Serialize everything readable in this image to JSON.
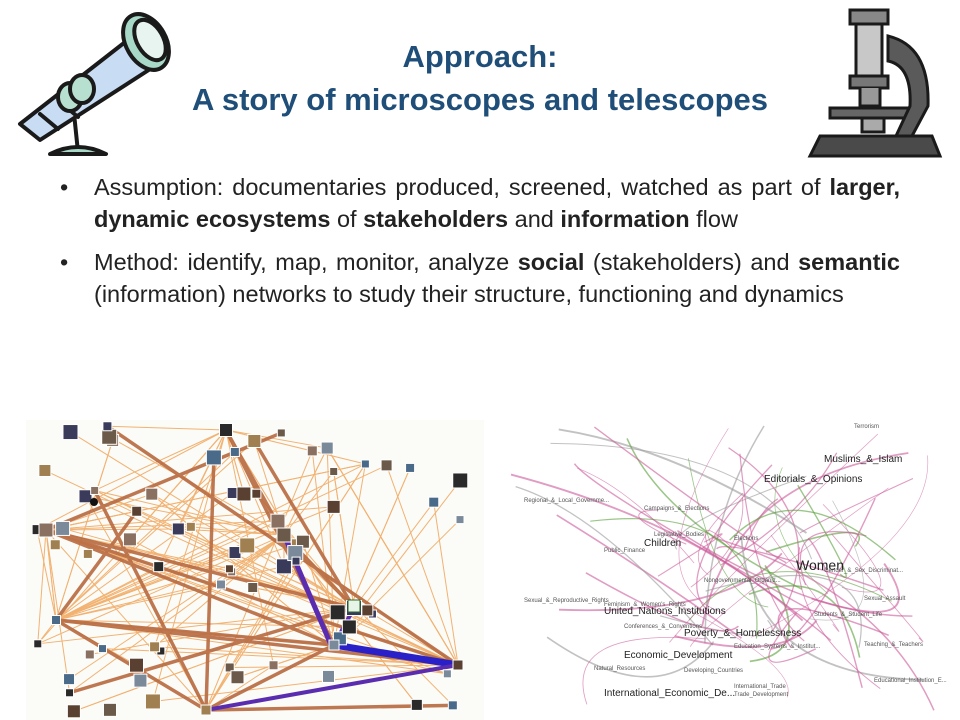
{
  "title": {
    "line1": "Approach:",
    "line2": "A story of microscopes and telescopes"
  },
  "bullets": [
    {
      "bullet": "•",
      "parts": [
        {
          "text": "Assumption: documentaries produced, screened, watched as part of ",
          "bold": false
        },
        {
          "text": "larger, dynamic ecosystems",
          "bold": true
        },
        {
          "text": " of ",
          "bold": false
        },
        {
          "text": "stakeholders",
          "bold": true
        },
        {
          "text": " and ",
          "bold": false
        },
        {
          "text": "information",
          "bold": true
        },
        {
          "text": " flow",
          "bold": false
        }
      ]
    },
    {
      "bullet": "•",
      "parts": [
        {
          "text": "Method: identify, map, monitor, analyze ",
          "bold": false
        },
        {
          "text": "social",
          "bold": true
        },
        {
          "text": " (stakeholders) and ",
          "bold": false
        },
        {
          "text": "semantic",
          "bold": true
        },
        {
          "text": " (information) networks to study their structure, functioning and dynamics",
          "bold": false
        }
      ]
    }
  ],
  "semantic_network": {
    "labels": [
      {
        "text": "Muslims_&_Islam",
        "size": "medium"
      },
      {
        "text": "Editorials_&_Opinions",
        "size": "medium"
      },
      {
        "text": "Regional_&_Local_Governme...",
        "size": "small"
      },
      {
        "text": "Campaigns_&_Elections",
        "size": "small"
      },
      {
        "text": "Elections",
        "size": "small"
      },
      {
        "text": "Children",
        "size": "medium"
      },
      {
        "text": "Women",
        "size": "large"
      },
      {
        "text": "Nongovernmental_Organiz...",
        "size": "small"
      },
      {
        "text": "Gender_&_Sex_Discriminat...",
        "size": "small"
      },
      {
        "text": "Sexual_Assault",
        "size": "small"
      },
      {
        "text": "Sexual_&_Reproductive_Rights",
        "size": "small"
      },
      {
        "text": "Feminism_&_Women's_Rights",
        "size": "small"
      },
      {
        "text": "United_Nations_Institutions",
        "size": "medium"
      },
      {
        "text": "Students_&_Student_Life",
        "size": "small"
      },
      {
        "text": "Conferences_&_Conventions",
        "size": "small"
      },
      {
        "text": "Poverty_&_Homelessness",
        "size": "medium"
      },
      {
        "text": "Economic_Development",
        "size": "medium"
      },
      {
        "text": "Education_Systems_&_Institut...",
        "size": "small"
      },
      {
        "text": "Developing_Countries",
        "size": "small"
      },
      {
        "text": "Teaching_&_Teachers",
        "size": "small"
      },
      {
        "text": "International_Trade",
        "size": "small"
      },
      {
        "text": "Trade_Development",
        "size": "small"
      },
      {
        "text": "International_Economic_De...",
        "size": "medium"
      },
      {
        "text": "Natural_Resources",
        "size": "small"
      },
      {
        "text": "Terrorism",
        "size": "small"
      },
      {
        "text": "Legislative_Bodies",
        "size": "small"
      },
      {
        "text": "Public_Finance",
        "size": "small"
      },
      {
        "text": "Educational_Institution_E...",
        "size": "small"
      }
    ]
  },
  "colors": {
    "title": "#1f4e79",
    "edge_orange": "#f0a050",
    "edge_brown": "#b86a40",
    "edge_purple": "#5a2db0",
    "edge_blue": "#2a20c8",
    "edge_pink": "#cc5a9a",
    "edge_green": "#5aa03a"
  },
  "icons": {
    "left": "telescope-icon",
    "right": "microscope-icon"
  }
}
